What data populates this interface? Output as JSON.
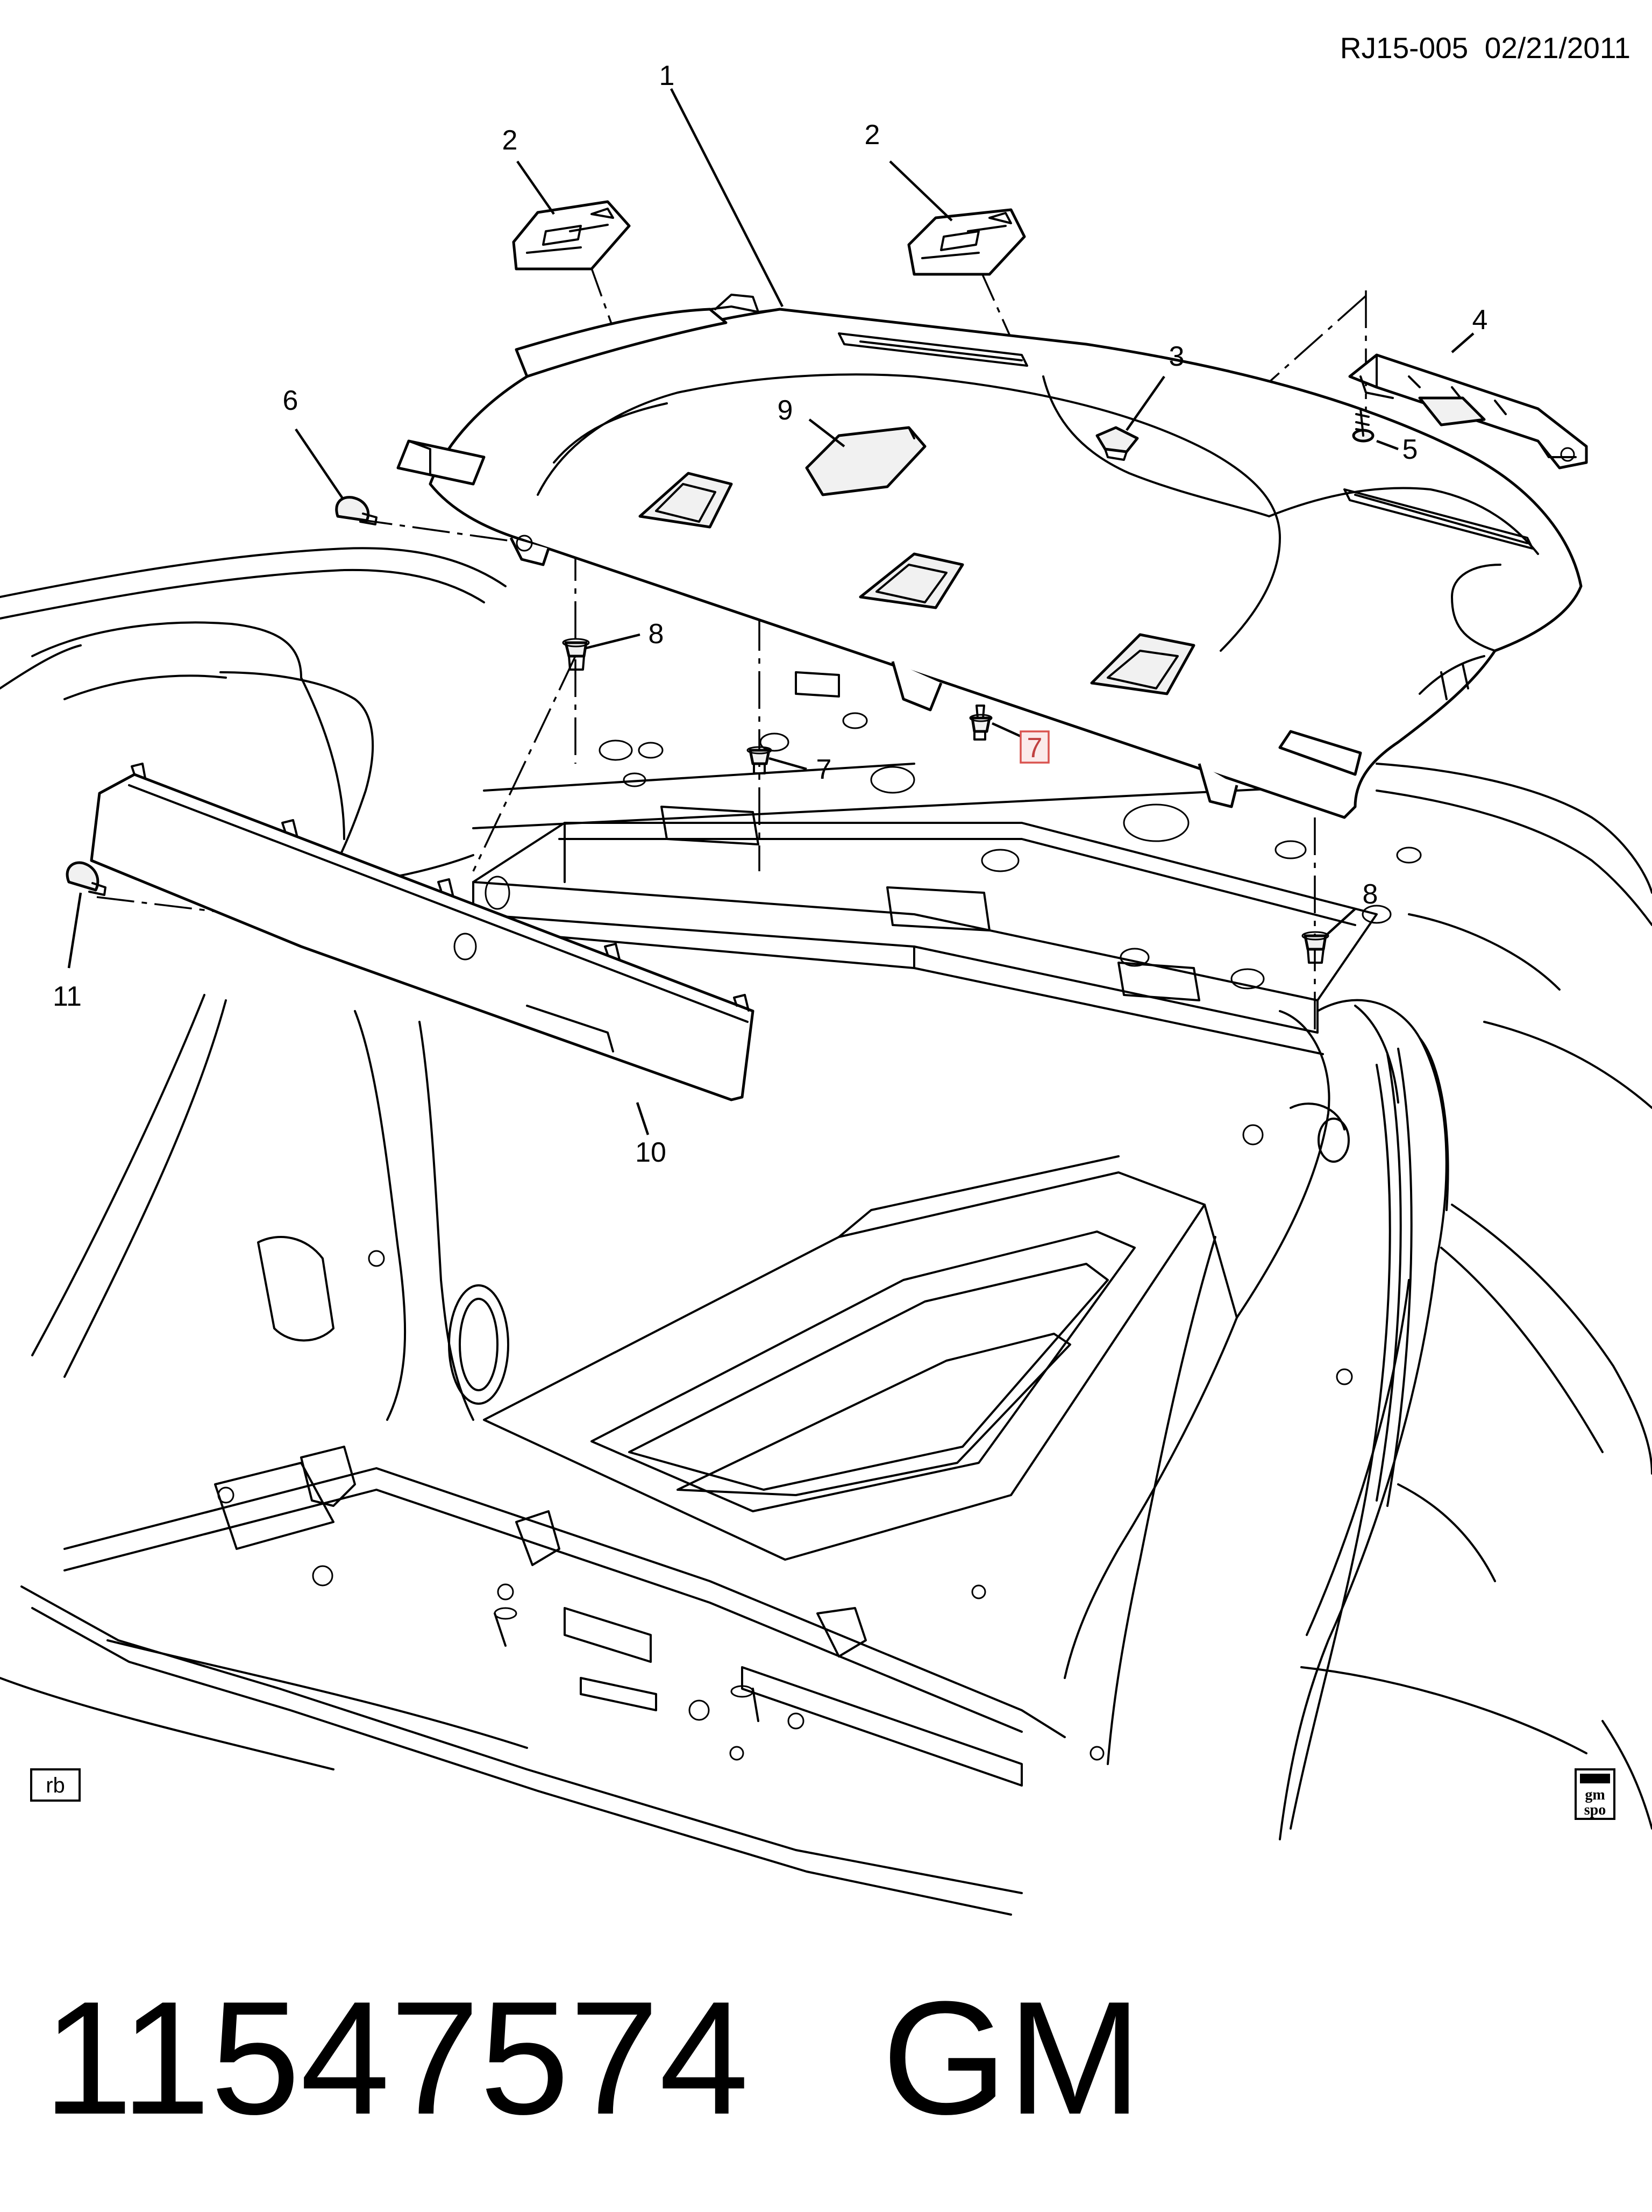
{
  "header": {
    "ref": "RJ15-005  02/21/2011"
  },
  "callouts": {
    "c1": "1",
    "c2a": "2",
    "c2b": "2",
    "c3": "3",
    "c4": "4",
    "c5": "5",
    "c6": "6",
    "c7a": "7",
    "c7b": "7",
    "c8a": "8",
    "c8b": "8",
    "c9": "9",
    "c10": "10",
    "c11": "11"
  },
  "corner_labels": {
    "rb": "rb",
    "gmspo_top": "gm",
    "gmspo_bottom": "spo"
  },
  "footer": {
    "part_number": "11547574",
    "brand": "GM"
  },
  "highlight": {
    "callout": "7",
    "color": "#d9534f"
  }
}
